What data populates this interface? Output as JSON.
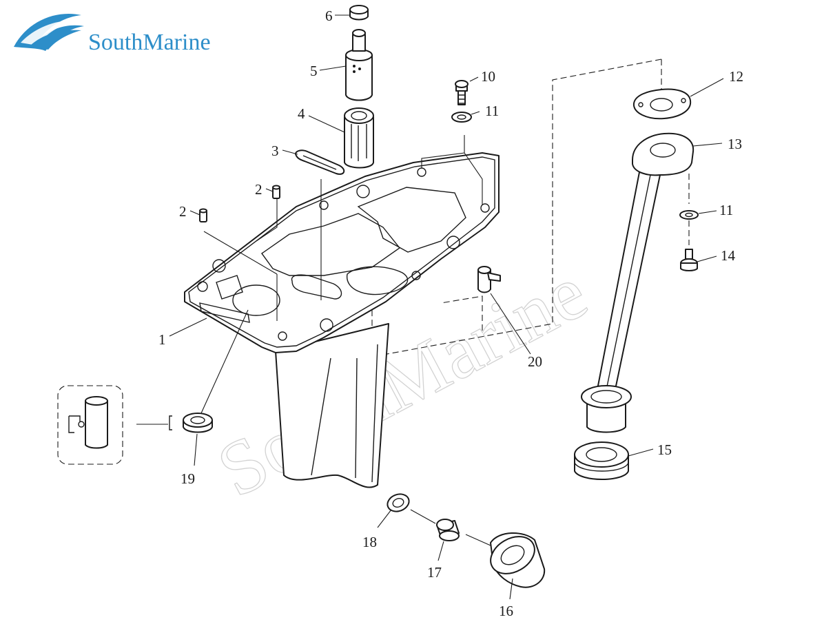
{
  "brand": {
    "name": "SouthMarine",
    "color": "#2d8ec9",
    "icon": "wave-logo-icon"
  },
  "watermark": "SouthMarine",
  "callouts": [
    {
      "id": "6",
      "label": "6"
    },
    {
      "id": "5",
      "label": "5"
    },
    {
      "id": "4",
      "label": "4"
    },
    {
      "id": "3",
      "label": "3"
    },
    {
      "id": "2a",
      "label": "2"
    },
    {
      "id": "2b",
      "label": "2"
    },
    {
      "id": "1",
      "label": "1"
    },
    {
      "id": "10",
      "label": "10"
    },
    {
      "id": "11a",
      "label": "11"
    },
    {
      "id": "12",
      "label": "12"
    },
    {
      "id": "13",
      "label": "13"
    },
    {
      "id": "11b",
      "label": "11"
    },
    {
      "id": "14",
      "label": "14"
    },
    {
      "id": "15",
      "label": "15"
    },
    {
      "id": "16",
      "label": "16"
    },
    {
      "id": "17",
      "label": "17"
    },
    {
      "id": "18",
      "label": "18"
    },
    {
      "id": "19",
      "label": "19"
    },
    {
      "id": "20",
      "label": "20"
    }
  ]
}
